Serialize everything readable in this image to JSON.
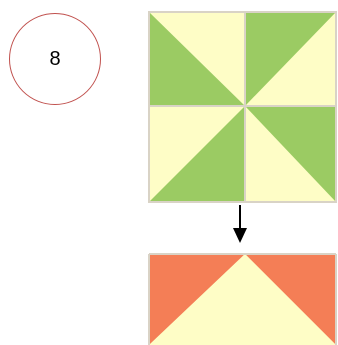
{
  "step": {
    "number": "8"
  },
  "colors": {
    "green": "#9bcb63",
    "cream": "#fefdc6",
    "orange": "#f47e56",
    "seam": "#d9d3c6",
    "circle_border": "#c0504d",
    "arrow": "#000000"
  },
  "pinwheel_block": {
    "rows": 2,
    "cols": 2
  },
  "result_unit": {
    "description_shapes": [
      "orange-corner-left",
      "cream-center-triangle",
      "orange-corner-right"
    ]
  }
}
